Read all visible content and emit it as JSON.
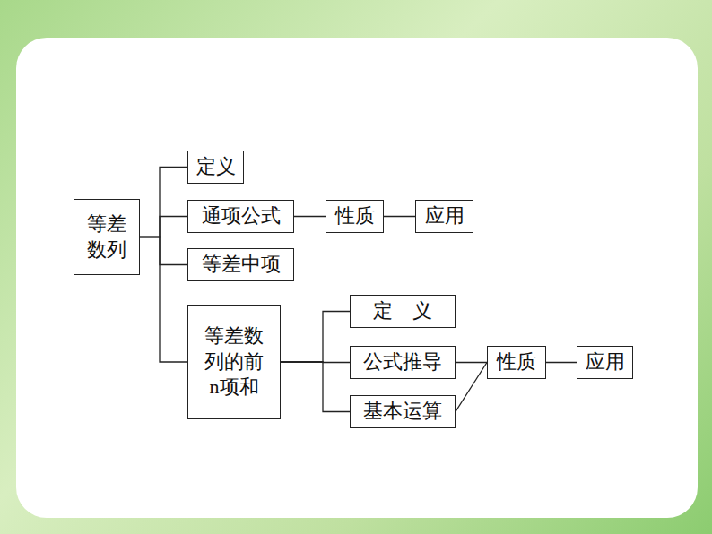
{
  "diagram": {
    "nodes": [
      {
        "text": [
          "等差 数列"
        ]
      },
      {
        "text": [
          "定义"
        ]
      },
      {
        "text": [
          "通项公式"
        ]
      },
      {
        "text": [
          "性质"
        ]
      },
      {
        "text": [
          "应用"
        ]
      },
      {
        "text": [
          "等差中项"
        ]
      },
      {
        "text": [
          "等差数 列的前 n项和"
        ]
      },
      {
        "text": [
          "定    义"
        ]
      },
      {
        "text": [
          "公式推导"
        ]
      },
      {
        "text": [
          "基本运算"
        ]
      },
      {
        "text": [
          "性质"
        ]
      },
      {
        "text": [
          "应用"
        ]
      }
    ],
    "edges": [
      {
        "from": 0,
        "to": 1,
        "arrow": "none"
      },
      {
        "from": 0,
        "to": 2,
        "arrow": "none"
      },
      {
        "from": 0,
        "to": 5,
        "arrow": "none"
      },
      {
        "from": 0,
        "to": 6,
        "arrow": "none"
      },
      {
        "from": 2,
        "to": 3,
        "arrow": "none"
      },
      {
        "from": 3,
        "to": 4,
        "arrow": "none"
      },
      {
        "from": 6,
        "to": 7,
        "arrow": "none"
      },
      {
        "from": 6,
        "to": 8,
        "arrow": "none"
      },
      {
        "from": 6,
        "to": 9,
        "arrow": "none"
      },
      {
        "from": 8,
        "to": 10,
        "arrow": "none"
      },
      {
        "from": 9,
        "to": 10,
        "arrow": "none"
      },
      {
        "from": 10,
        "to": 11,
        "arrow": "none"
      }
    ]
  }
}
